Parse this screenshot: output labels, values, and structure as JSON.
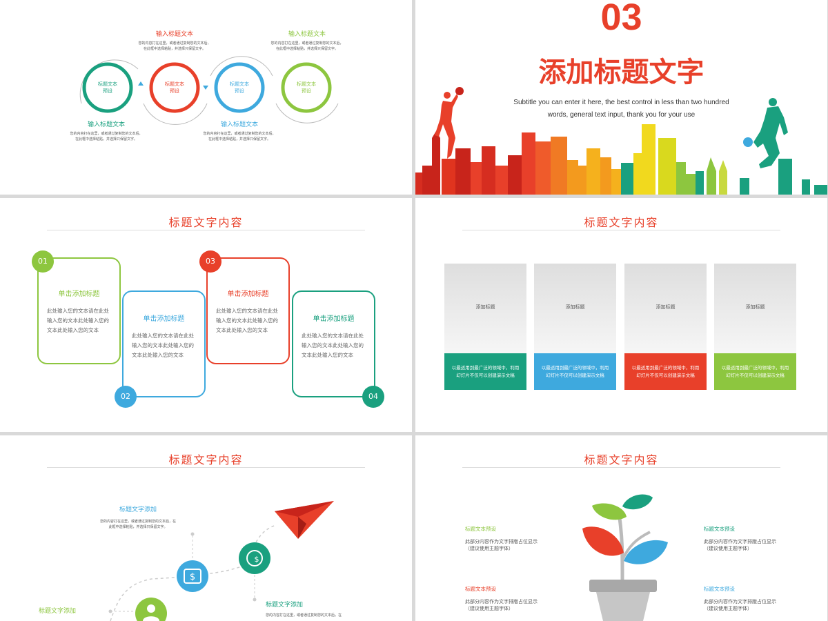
{
  "colors": {
    "red": "#e8402a",
    "green": "#1aa07f",
    "blue": "#3ea9de",
    "lime": "#8dc63f",
    "orange": "#f39a1e",
    "yellow": "#f1d91e"
  },
  "slide1": {
    "circles": [
      {
        "label_line1": "标题文本",
        "label_line2": "预设",
        "color": "#1aa07f"
      },
      {
        "label_line1": "标题文本",
        "label_line2": "预设",
        "color": "#e8402a"
      },
      {
        "label_line1": "标题文本",
        "label_line2": "预设",
        "color": "#3ea9de"
      },
      {
        "label_line1": "标题文本",
        "label_line2": "预设",
        "color": "#8dc63f"
      }
    ],
    "top_labels": [
      {
        "title": "输入标题文本",
        "line1": "您的内容打在这里，或者通过复制您的文本后，",
        "line2": "在此框中选择粘贴，并选择只保留文字。"
      },
      {
        "title": "输入标题文本",
        "line1": "您的内容打在这里，或者通过复制您的文本后，",
        "line2": "在此框中选择粘贴，并选择只保留文字。"
      }
    ],
    "bottom_labels": [
      {
        "title": "输入标题文本",
        "line1": "您的内容打在这里，或者通过复制您的文本后，",
        "line2": "在此框中选择粘贴，并选择只保留文字。"
      },
      {
        "title": "输入标题文本",
        "line1": "您的内容打在这里，或者通过复制您的文本后，",
        "line2": "在此框中选择粘贴，并选择只保留文字。"
      }
    ]
  },
  "slide2": {
    "number": "03",
    "title": "添加标题文字",
    "subtitle_line1": "Subtitle you can enter it here, the best control in less than two hundred",
    "subtitle_line2": "words, general text input, thank you for your use"
  },
  "slide3": {
    "title": "标题文字内容",
    "cards": [
      {
        "num": "01",
        "head": "单击添加标题",
        "body": "此处输入您的文本请在此处输入您的文本此处输入您的文本此处输入您的文本"
      },
      {
        "num": "02",
        "head": "单击添加标题",
        "body": "此处输入您的文本请在此处输入您的文本此处输入您的文本此处输入您的文本"
      },
      {
        "num": "03",
        "head": "单击添加标题",
        "body": "此处输入您的文本请在此处输入您的文本此处输入您的文本此处输入您的文本"
      },
      {
        "num": "04",
        "head": "单击添加标题",
        "body": "此处输入您的文本请在此处输入您的文本此处输入您的文本此处输入您的文本"
      }
    ]
  },
  "slide4": {
    "title": "标题文字内容",
    "columns": [
      {
        "top": "添加标题",
        "bottom": "以最适用到最广泛的领域中，利用幻灯片不仅可以创建演示文稿"
      },
      {
        "top": "添加标题",
        "bottom": "以最适用到最广泛的领域中，利用幻灯片不仅可以创建演示文稿"
      },
      {
        "top": "添加标题",
        "bottom": "以最适用到最广泛的领域中，利用幻灯片不仅可以创建演示文稿"
      },
      {
        "top": "添加标题",
        "bottom": "以最适用到最广泛的领域中，利用幻灯片不仅可以创建演示文稿"
      }
    ]
  },
  "slide5": {
    "title": "标题文字内容",
    "items": [
      {
        "title": "标题文字添加",
        "line1": "您的内容打在这里，或者通过复制您的文本后，在",
        "line2": "此框中选择粘贴，并选择只保留文字。"
      },
      {
        "title": "标题文字添加",
        "line1": "您的内容打在这里，或者通过复制您的文本后，在",
        "line2": ""
      },
      {
        "title": "标题文字添加",
        "line1": "",
        "line2": ""
      }
    ]
  },
  "slide6": {
    "title": "标题文字内容",
    "blocks": [
      {
        "head": "标题文本预设",
        "line1": "此部分内容作为文字排版占位显示",
        "line2": "（建议使用主题字体）"
      },
      {
        "head": "标题文本预设",
        "line1": "此部分内容作为文字排版占位显示",
        "line2": "（建议使用主题字体）"
      },
      {
        "head": "标题文本预设",
        "line1": "此部分内容作为文字排版占位显示",
        "line2": "（建议使用主题字体）"
      },
      {
        "head": "标题文本预设",
        "line1": "此部分内容作为文字排版占位显示",
        "line2": "（建议使用主题字体）"
      }
    ]
  }
}
